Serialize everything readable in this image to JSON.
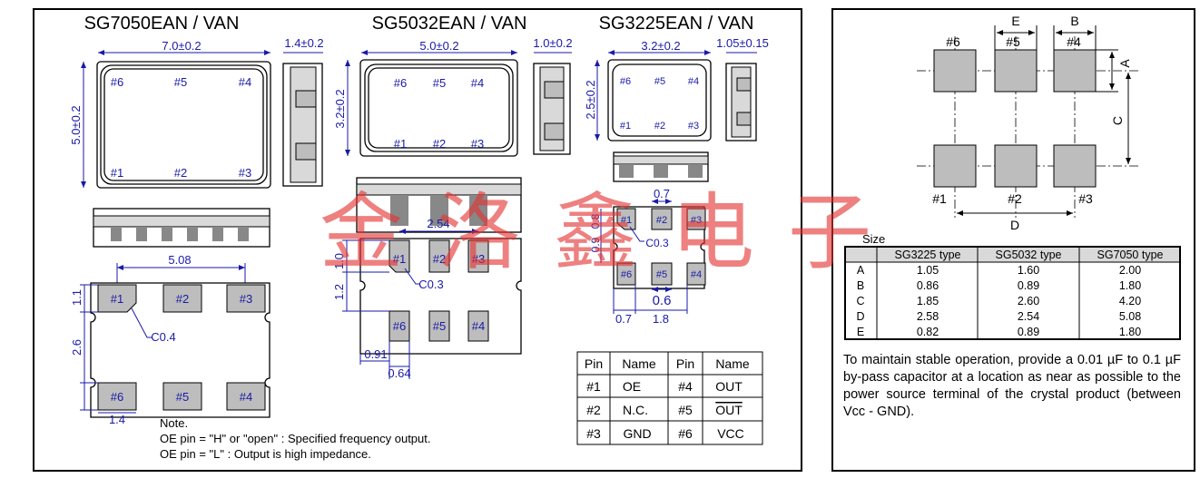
{
  "packages": {
    "sg7050": {
      "title": "SG7050EAN / VAN",
      "width": "7.0±0.2",
      "height": "5.0±0.2",
      "thickness": "1.4±0.2",
      "pitch": "5.08",
      "pad_h": "1.1",
      "pad_gap": "2.6",
      "pad_w": "1.4",
      "chamfer": "C0.4"
    },
    "sg5032": {
      "title": "SG5032EAN / VAN",
      "width": "5.0±0.2",
      "height": "3.2±0.2",
      "thickness": "1.0±0.2",
      "pitch": "2.54",
      "pad_h": "1.0",
      "pad_gap": "1.2",
      "chamfer": "C0.3",
      "edge": "0.91",
      "pad_w": "0.64"
    },
    "sg3225": {
      "title": "SG3225EAN / VAN",
      "width": "3.2±0.2",
      "height": "2.5±0.2",
      "thickness": "1.05±0.15",
      "pad_top_w": "0.7",
      "pad_h": "0.8",
      "pad_gap": "0.9",
      "chamfer": "C0.3",
      "mid_pad_w": "0.6",
      "edge": "0.7",
      "pitch": "1.8"
    }
  },
  "pins": [
    "#1",
    "#2",
    "#3",
    "#4",
    "#5",
    "#6"
  ],
  "notes": {
    "title": "Note.",
    "line1": "OE pin = \"H\" or \"open\" : Specified frequency output.",
    "line2": "OE pin = \"L\" : Output is high impedance."
  },
  "pin_table": {
    "headers": [
      "Pin",
      "Name",
      "Pin",
      "Name"
    ],
    "rows": [
      [
        "#1",
        "OE",
        "#4",
        "OUT"
      ],
      [
        "#2",
        "N.C.",
        "#5",
        "OUT"
      ],
      [
        "#3",
        "GND",
        "#6",
        "VCC"
      ]
    ]
  },
  "land_pattern": {
    "labels": {
      "A": "A",
      "B": "B",
      "C": "C",
      "D": "D",
      "E": "E"
    }
  },
  "size_table": {
    "caption": "Size",
    "headers": [
      "",
      "SG3225 type",
      "SG5032 type",
      "SG7050 type"
    ],
    "rows": [
      [
        "A",
        "1.05",
        "1.60",
        "2.00"
      ],
      [
        "B",
        "0.86",
        "0.89",
        "1.80"
      ],
      [
        "C",
        "1.85",
        "2.60",
        "4.20"
      ],
      [
        "D",
        "2.58",
        "2.54",
        "5.08"
      ],
      [
        "E",
        "0.82",
        "0.89",
        "1.80"
      ]
    ]
  },
  "bypass_note": "To maintain stable operation, provide a 0.01 µF to 0.1 µF by-pass capacitor at a location as near as possible to the power source terminal of the crystal product (between Vcc - GND).",
  "watermark": "金洛鑫电子",
  "colors": {
    "dimension": "#1a1aa8",
    "pad": "#bdbdbd",
    "watermark": "#e43232"
  }
}
